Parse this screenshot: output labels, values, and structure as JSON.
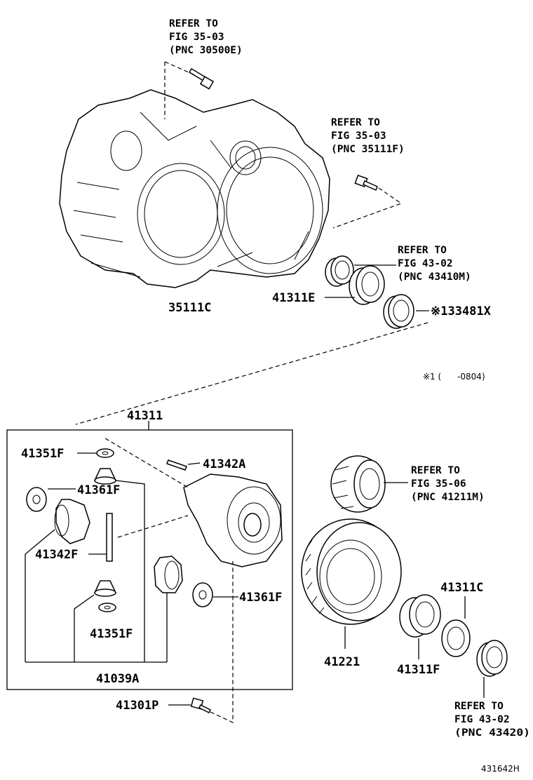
{
  "callouts": {
    "ref_bolt_1": [
      "REFER TO",
      "FIG 35-03",
      "(PNC 30500E)"
    ],
    "ref_bolt_2": [
      "REFER TO",
      "FIG 35-03",
      "(PNC 35111F)"
    ],
    "ref_bearing_top": [
      "REFER TO",
      "FIG 43-02",
      "(PNC 43410M)"
    ],
    "ref_gear": [
      "REFER TO",
      "FIG 35-06",
      "(PNC 41211M)"
    ],
    "ref_bearing_bottom": [
      "REFER TO",
      "FIG 43-02",
      "(PNC 43420)"
    ]
  },
  "parts": {
    "case": "35111C",
    "bearing_41311E": "41311E",
    "seal_33481X": "※133481X",
    "differential": "41311",
    "washer_41351F_top": "41351F",
    "pin_41342A": "41342A",
    "gear_41361F_left": "41361F",
    "shaft_41342F": "41342F",
    "washer_41361F_right": "41361F",
    "washer_41351F_bottom": "41351F",
    "kit_41039A": "41039A",
    "bolt_41301P": "41301P",
    "ring_gear": "41221",
    "bearing_41311C": "41311C",
    "bearing_41311F": "41311F"
  },
  "footnote": "※1 (      -0804)",
  "drawing_code": "431642H"
}
